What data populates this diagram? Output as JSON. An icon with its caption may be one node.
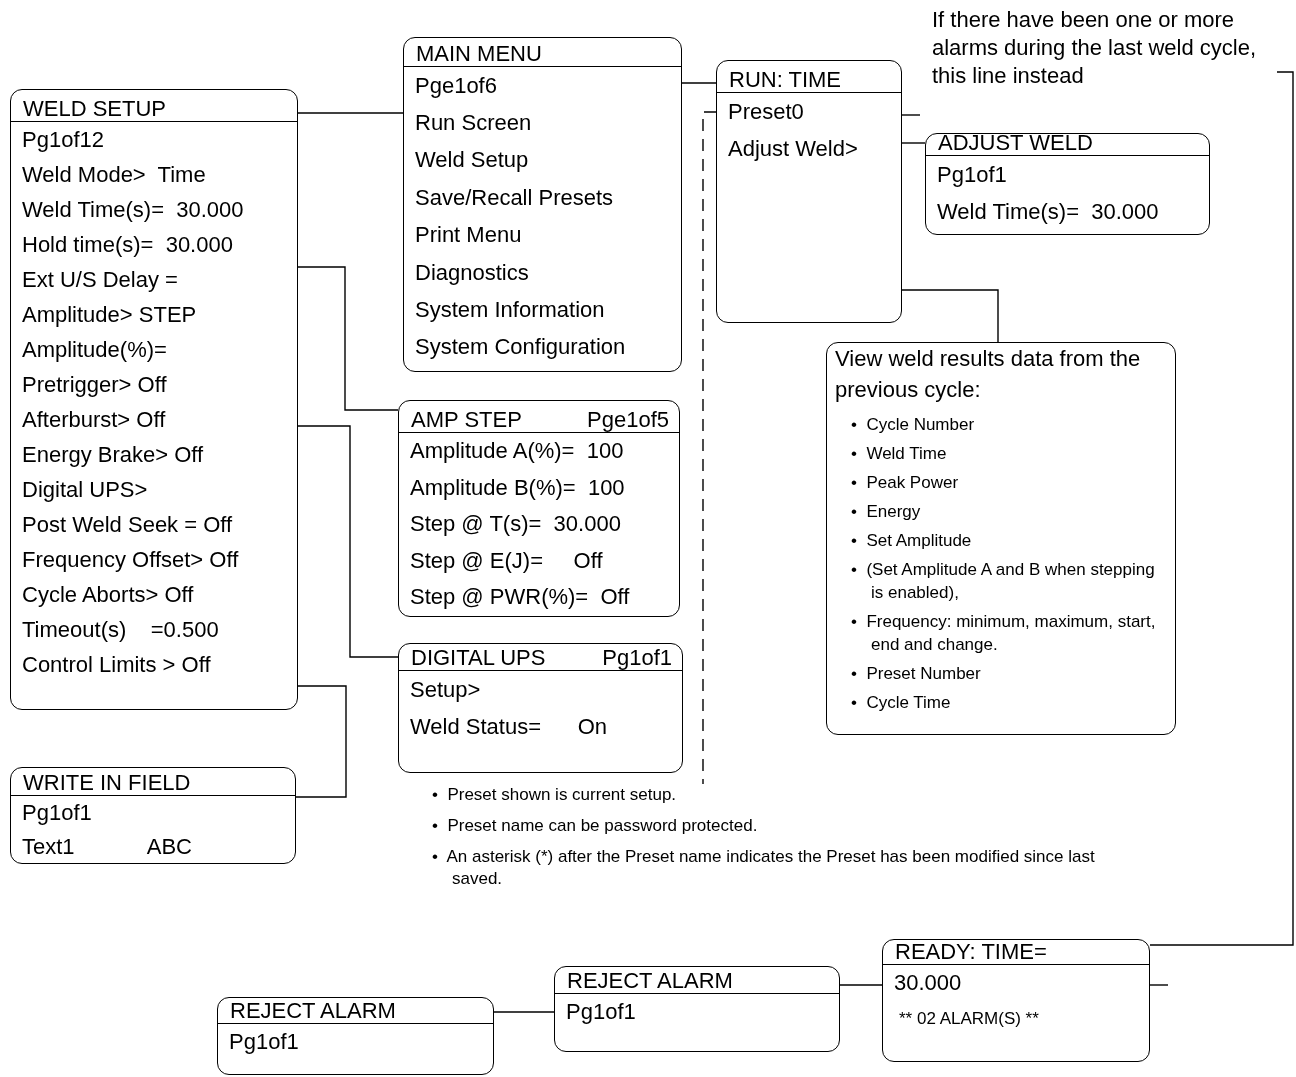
{
  "diagram": {
    "nodes": [
      {
        "text": [
          "WELD SETUP",
          "Pg1of12",
          "Weld Mode>  Time",
          "Weld Time(s)=  30.000",
          "Hold time(s)=  30.000",
          "Ext U/S Delay =",
          "Amplitude> STEP",
          "Amplitude(%)=",
          "Pretrigger> Off",
          "Afterburst> Off",
          "Energy Brake> Off",
          "Digital UPS>",
          "Post Weld Seek = Off",
          "Frequency Offset> Off",
          "Cycle Aborts> Off",
          "Timeout(s)    =0.500",
          "Control Limits > Off"
        ]
      },
      {
        "text": [
          "MAIN MENU",
          "Pge1of6",
          "Run Screen",
          "Weld Setup",
          "Save/Recall Presets",
          "Print Menu",
          "Diagnostics",
          "System Information",
          "System Configuration"
        ]
      },
      {
        "text": [
          "RUN: TIME",
          "Preset0",
          "Adjust Weld>"
        ]
      },
      {
        "text": [
          "ADJUST WELD",
          "Pg1of1",
          "Weld Time(s)=  30.000"
        ]
      },
      {
        "text": [
          "If there have been one or more alarms during the last weld cycle, this line instead"
        ]
      },
      {
        "text": [
          "View weld results data from the previous cycle:",
          "•  Cycle Number",
          "•  Weld Time",
          "•  Peak Power",
          "•  Energy",
          "•  Set Amplitude",
          "•  (Set Amplitude A and B when stepping is enabled),",
          "•  Frequency: minimum, maximum, start, end and change.",
          "•  Preset Number",
          "•  Cycle Time"
        ]
      },
      {
        "text": [
          "AMP STEP",
          "Pge1of5",
          "Amplitude A(%)=  100",
          "Amplitude B(%)=  100",
          "Step @ T(s)=  30.000",
          "Step @ E(J)=     Off",
          "Step @ PWR(%)=  Off"
        ]
      },
      {
        "text": [
          "DIGITAL UPS",
          "Pg1of1",
          "Setup>",
          "Weld Status=      On"
        ]
      },
      {
        "text": [
          "WRITE IN FIELD",
          "Pg1of1",
          "Text1            ABC"
        ]
      },
      {
        "text": [
          "•  Preset shown is current setup.",
          "•  Preset name can be password protected.",
          "•  An asterisk (*) after the Preset name indicates the Preset has been modified since last saved."
        ]
      },
      {
        "text": [
          "READY: TIME=",
          "30.000",
          "** 02 ALARM(S) **"
        ]
      },
      {
        "text": [
          "REJECT ALARM",
          "Pg1of1"
        ]
      },
      {
        "text": [
          "REJECT ALARM",
          "Pg1of1"
        ]
      }
    ],
    "edges": [
      {
        "from": 1,
        "to": 0,
        "arrow": "none"
      },
      {
        "from": 1,
        "to": 2,
        "arrow": "none"
      },
      {
        "from": 2,
        "to": 3,
        "arrow": "none"
      },
      {
        "from": 2,
        "to": 5,
        "arrow": "none"
      },
      {
        "from": 2,
        "to": 9,
        "arrow": "none",
        "style": "dashed"
      },
      {
        "from": 0,
        "to": 6,
        "arrow": "none"
      },
      {
        "from": 0,
        "to": 7,
        "arrow": "none"
      },
      {
        "from": 0,
        "to": 8,
        "arrow": "none"
      },
      {
        "from": 4,
        "to": 10,
        "arrow": "none"
      },
      {
        "from": 2,
        "to": null,
        "arrow": "none"
      },
      {
        "from": 10,
        "to": null,
        "arrow": "none"
      },
      {
        "from": 10,
        "to": 11,
        "arrow": "none"
      },
      {
        "from": 11,
        "to": 12,
        "arrow": "none"
      }
    ]
  }
}
